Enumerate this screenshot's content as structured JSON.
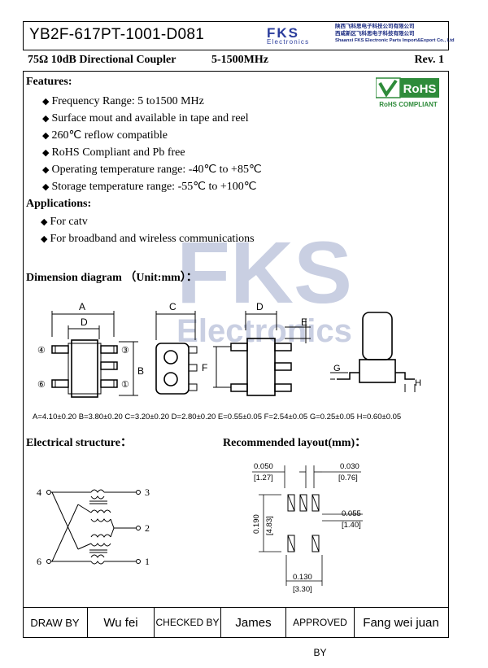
{
  "header": {
    "part_number": "YB2F-617PT-1001-D081",
    "logo_text": "FKS",
    "logo_sub": "Electronics",
    "company_cn_1": "陕西飞科思电子科技公司有限公司",
    "company_cn_2": "西咸新区飞科思电子科技有限公司",
    "company_en": "Shaanxi FKS Electronic Parts Import&Export Co., Ltd"
  },
  "subtitle": {
    "description": "75Ω  10dB Directional Coupler",
    "frequency": "5-1500MHz",
    "revision": "Rev. 1"
  },
  "rohs": {
    "label": "RoHS",
    "caption": "RoHS COMPLIANT"
  },
  "features": {
    "title": "Features:",
    "items": [
      "Frequency Range: 5 to1500 MHz",
      "Surface mout and available in tape and reel",
      "260℃ reflow compatible",
      "RoHS Compliant and Pb free",
      "Operating temperature range:   -40℃ to +85℃",
      "Storage temperature range:  -55℃ to +100℃"
    ]
  },
  "applications": {
    "title": "Applications:",
    "items": [
      "For catv",
      "For broadband and wireless communications"
    ]
  },
  "watermark": {
    "big": "FKS",
    "small": "Electronics"
  },
  "dimension": {
    "title": "Dimension diagram （Unit:mm）：",
    "labels": {
      "a": "A",
      "b": "B",
      "c": "C",
      "d": "D",
      "e": "E",
      "f": "F",
      "g": "G",
      "h": "H"
    },
    "pins": {
      "p1": "①",
      "p3": "③",
      "p4": "④",
      "p6": "⑥"
    },
    "values": "A=4.10±0.20 B=3.80±0.20  C=3.20±0.20  D=2.80±0.20  E=0.55±0.05  F=2.54±0.05  G=0.25±0.05  H=0.60±0.05"
  },
  "electrical": {
    "title": "Electrical structure：",
    "pins": {
      "p4": "4",
      "p6": "6",
      "p3": "3",
      "p2": "2",
      "p1": "1"
    }
  },
  "layout": {
    "title": "Recommended  layout(mm)：",
    "d1": "0.050",
    "d1mm": "[1.27]",
    "d2": "0.030",
    "d2mm": "[0.76]",
    "d3": "0.055",
    "d3mm": "[1.40]",
    "d4": "0.190",
    "d4mm": "[4.83]",
    "d5": "0.130",
    "d5mm": "[3.30]"
  },
  "footer": {
    "draw_label": "DRAW BY",
    "draw_value": "Wu fei",
    "checked_label": "CHECKED BY",
    "checked_value": "James",
    "approved_label": "APPROVED BY",
    "approved_value": "Fang wei juan"
  }
}
